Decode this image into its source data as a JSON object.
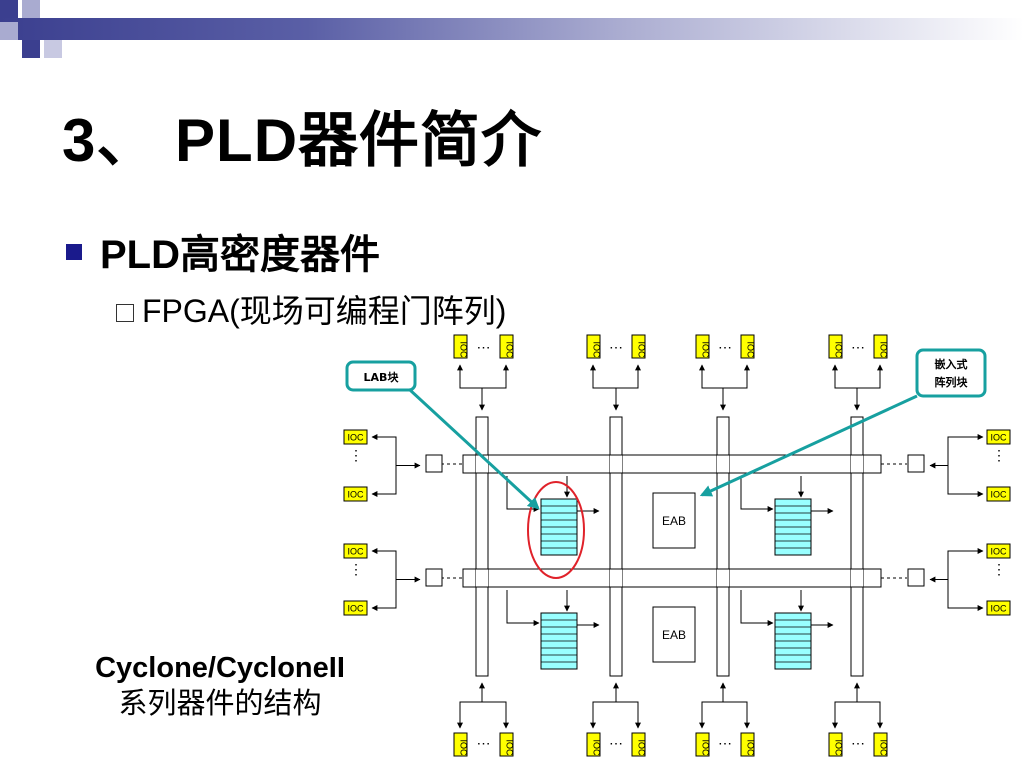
{
  "slide": {
    "title": "3、 PLD器件简介",
    "bullet_level1": "PLD高密度器件",
    "bullet_level2": "FPGA(现场可编程门阵列)",
    "caption_line1": "Cyclone/CycloneII",
    "caption_line2": "系列器件的结构"
  },
  "diagram": {
    "ioc_label": "IOC",
    "eab_label": "EAB",
    "ellipsis": "⋯",
    "vertical_ellipsis": "⋮",
    "callout_lab": "LAB块",
    "callout_embedded_line1": "嵌入式",
    "callout_embedded_line2": "阵列块"
  },
  "colors": {
    "header_band": "#3b3f8f",
    "bullet_square": "#1a1a8c",
    "ioc_fill": "#ffff00",
    "lab_fill": "#99ffff",
    "callout_arrow": "#17a0a0",
    "highlight_ellipse": "#e0222a"
  }
}
